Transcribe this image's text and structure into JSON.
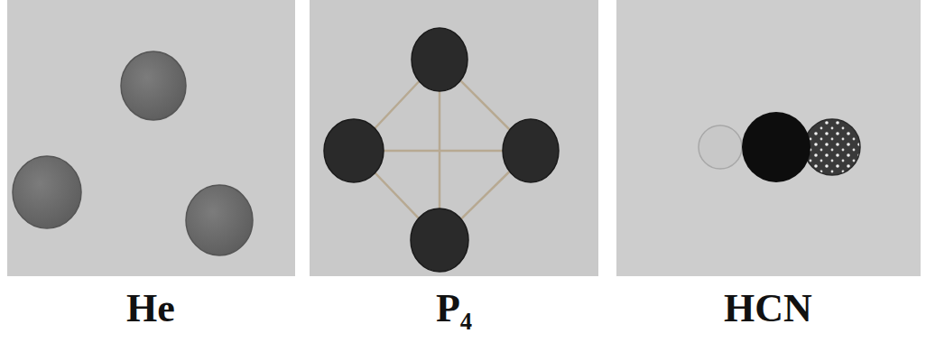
{
  "diagram": {
    "labels": [
      "He",
      "P₄",
      "HCN"
    ]
  }
}
